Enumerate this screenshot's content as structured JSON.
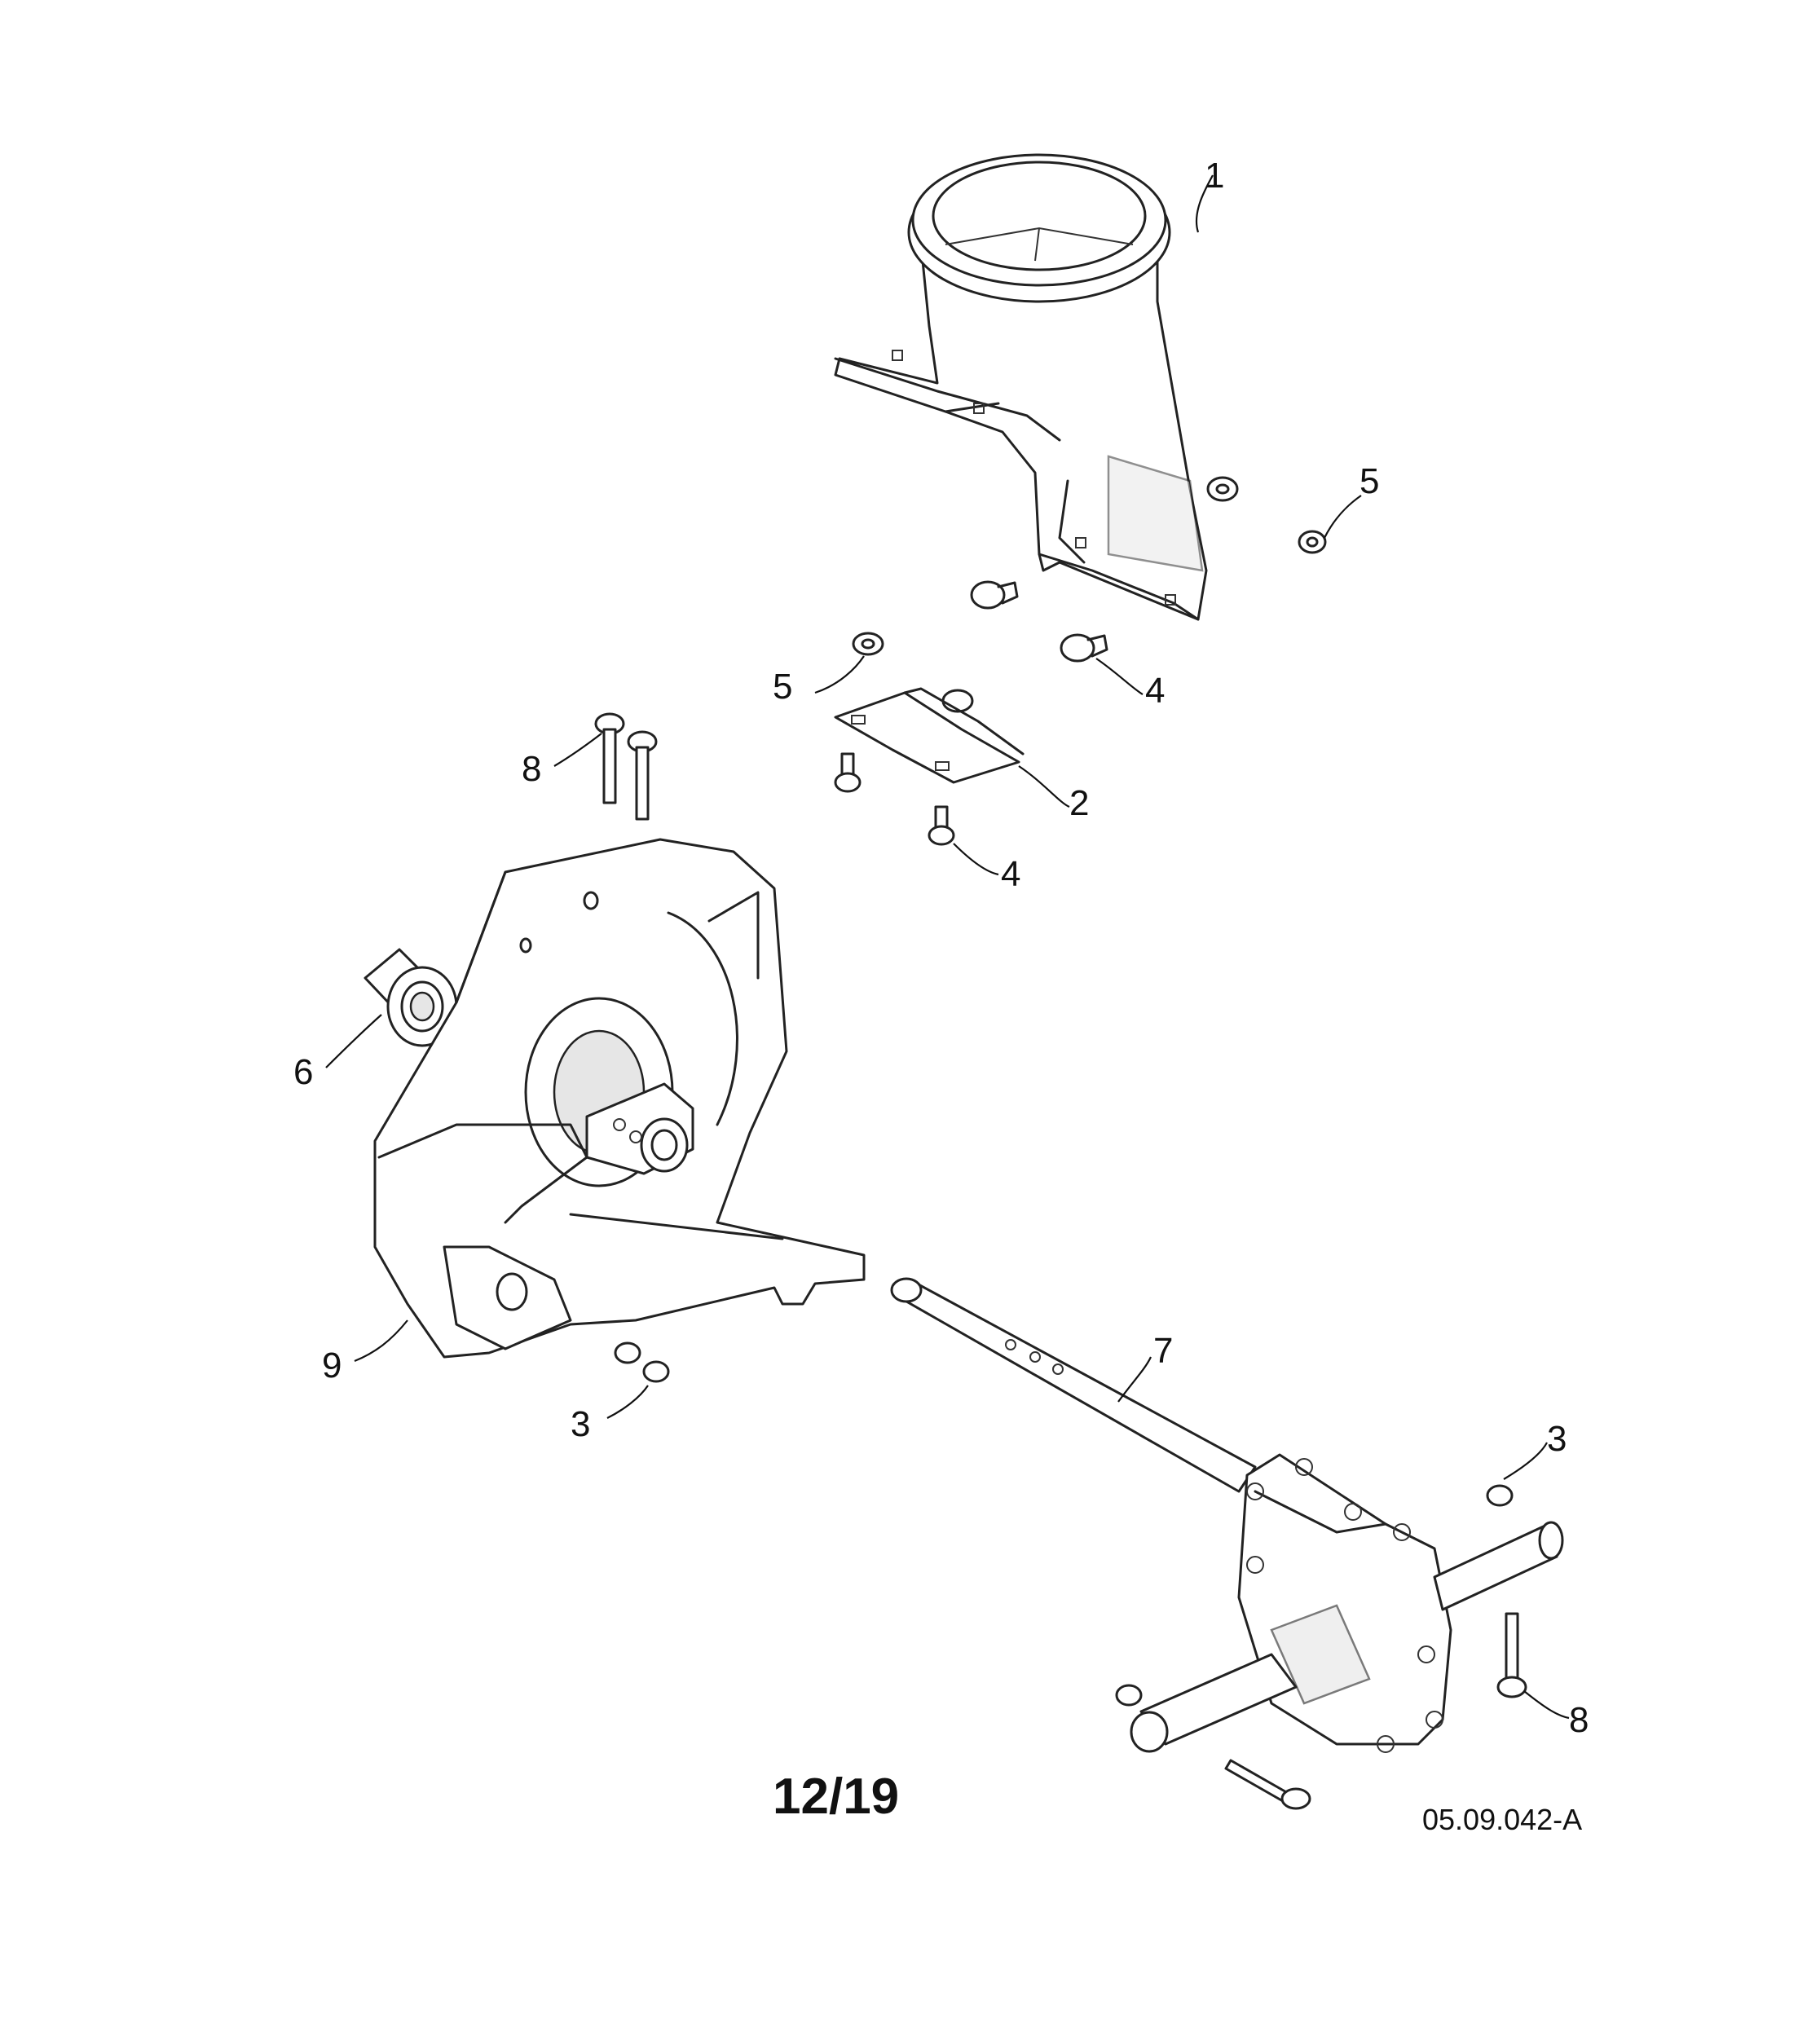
{
  "callouts": {
    "c1": "1",
    "c2": "2",
    "c3a": "3",
    "c3b": "3",
    "c4a": "4",
    "c4b": "4",
    "c5a": "5",
    "c5b": "5",
    "c6": "6",
    "c7": "7",
    "c8a": "8",
    "c8b": "8",
    "c9": "9"
  },
  "footer": {
    "page": "12/19",
    "drawing_code": "05.09.042-A"
  }
}
